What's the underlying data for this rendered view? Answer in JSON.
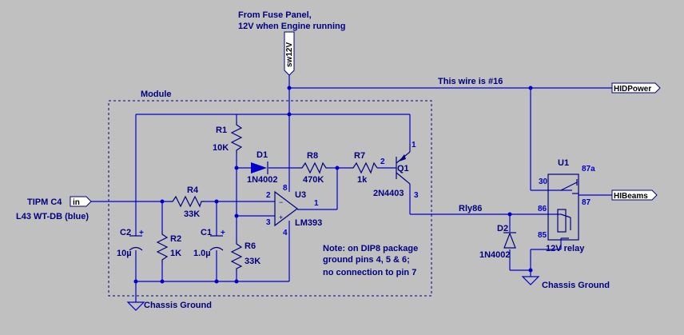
{
  "annotations": {
    "fuse_panel": [
      "From Fuse Panel,",
      "12V when Engine running"
    ],
    "wire_note": "This wire is #16",
    "module_label": "Module",
    "note": [
      "Note: on DIP8 package",
      "ground pins 4, 5 & 6;",
      "no connection to pin 7"
    ],
    "chassis_ground_left": "Chassis Ground",
    "chassis_ground_right": "Chassis Ground",
    "tipm": [
      "TIPM C4",
      "L43 WT-DB (blue)"
    ],
    "rly86": "Rly86"
  },
  "ports": {
    "sw12v": "sw12V",
    "in": "in",
    "hidpower": "HIDPower",
    "hibeams": "HIBeams"
  },
  "components": {
    "r1": {
      "ref": "R1",
      "value": "10K"
    },
    "r2": {
      "ref": "R2",
      "value": "1K"
    },
    "r4": {
      "ref": "R4",
      "value": "33K"
    },
    "r6": {
      "ref": "R6",
      "value": "33K"
    },
    "r7": {
      "ref": "R7",
      "value": "1k"
    },
    "r8": {
      "ref": "R8",
      "value": "470K"
    },
    "c1": {
      "ref": "C1",
      "value": "1.0µ"
    },
    "c2": {
      "ref": "C2",
      "value": "10µ"
    },
    "d1": {
      "ref": "D1",
      "value": "1N4002"
    },
    "d2": {
      "ref": "D2",
      "value": "1N4002"
    },
    "q1": {
      "ref": "Q1",
      "value": "2N4403"
    },
    "u3": {
      "ref": "U3",
      "value": "LM393"
    },
    "u1": {
      "ref": "U1",
      "value": "12V relay"
    }
  },
  "pins": {
    "u3_8": "8",
    "u3_2": "2",
    "u3_3": "3",
    "u3_1": "1",
    "u3_4": "4",
    "q1_1": "1",
    "q1_2": "2",
    "q1_3": "3",
    "u1_30": "30",
    "u1_87a": "87a",
    "u1_87": "87",
    "u1_86": "86",
    "u1_85": "85"
  },
  "colors": {
    "background": "#c0c0c0",
    "wire": "#0000cc",
    "component": "#000080",
    "label": "#000080"
  }
}
